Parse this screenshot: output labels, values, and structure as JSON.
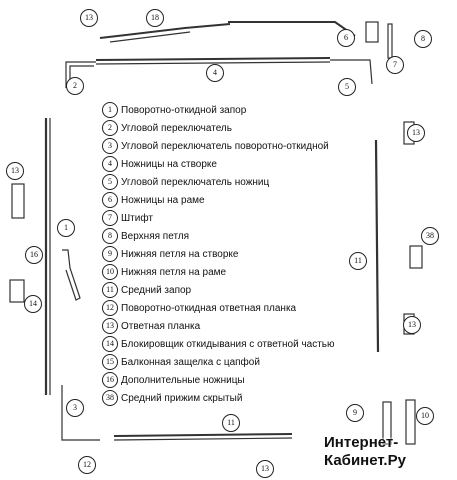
{
  "legend": [
    {
      "num": "1",
      "label": "Поворотно-откидной запор"
    },
    {
      "num": "2",
      "label": "Угловой переключатель"
    },
    {
      "num": "3",
      "label": "Угловой переключатель поворотно-откидной"
    },
    {
      "num": "4",
      "label": "Ножницы на створке"
    },
    {
      "num": "5",
      "label": "Угловой переключатель ножниц"
    },
    {
      "num": "6",
      "label": "Ножницы на раме"
    },
    {
      "num": "7",
      "label": "Штифт"
    },
    {
      "num": "8",
      "label": "Верхняя петля"
    },
    {
      "num": "9",
      "label": "Нижняя петля на створке"
    },
    {
      "num": "10",
      "label": "Нижняя петля на раме"
    },
    {
      "num": "11",
      "label": "Средний запор"
    },
    {
      "num": "12",
      "label": "Поворотно-откидная ответная планка"
    },
    {
      "num": "13",
      "label": "Ответная планка"
    },
    {
      "num": "14",
      "label": "Блокировщик откидывания с ответной частью"
    },
    {
      "num": "15",
      "label": "Балконная защелка с цапфой"
    },
    {
      "num": "16",
      "label": "Дополнительные ножницы"
    },
    {
      "num": "38",
      "label": "Средний прижим скрытый"
    }
  ],
  "callouts": [
    "13",
    "18",
    "6",
    "8",
    "7",
    "2",
    "4",
    "5",
    "13",
    "13",
    "1",
    "16",
    "14",
    "11",
    "38",
    "13",
    "3",
    "11",
    "12",
    "13",
    "9",
    "10"
  ],
  "watermark": {
    "line1": "Интернет-",
    "line2": "Кабинет.Ру"
  }
}
